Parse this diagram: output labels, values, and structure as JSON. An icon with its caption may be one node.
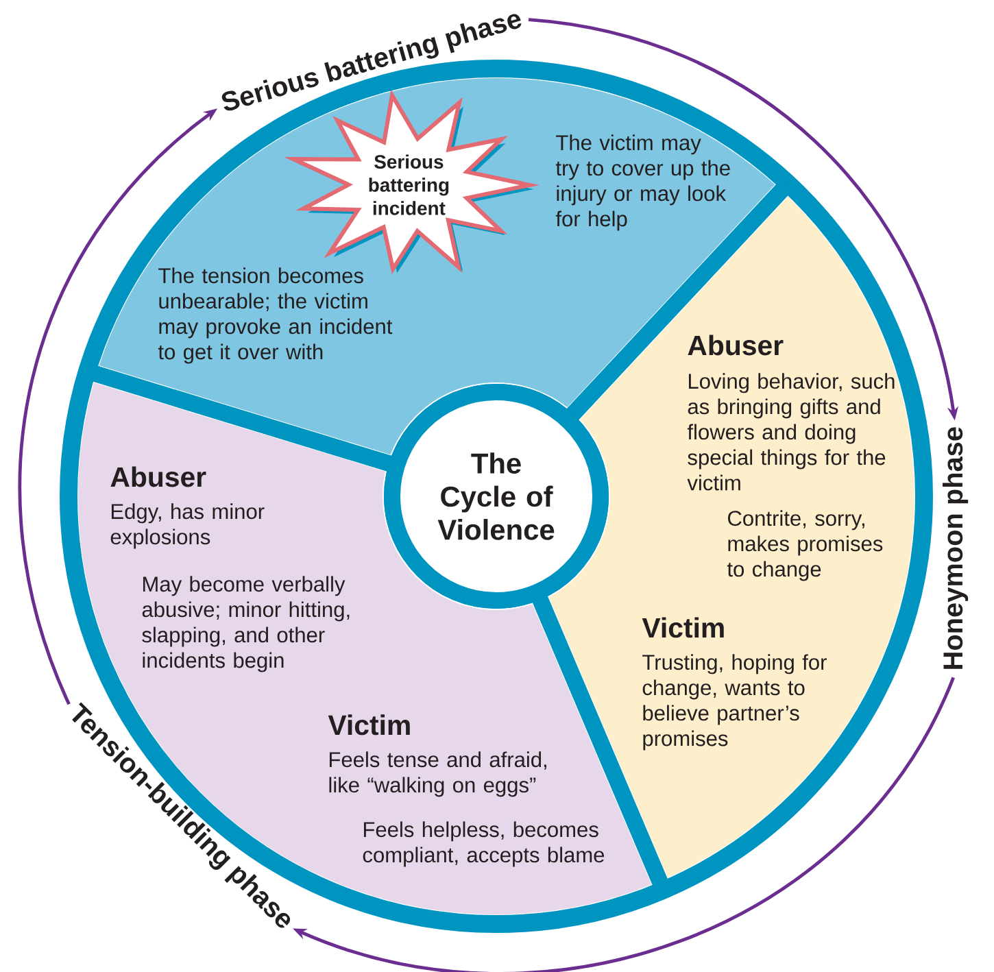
{
  "diagram": {
    "nodes": [
      {
        "text": [
          "The tension becomes unbearable; the victim may provoke an incident to get it over with",
          "The victim may try to cover up the injury or may look for help"
        ]
      },
      {
        "text": [
          "Serious battering incident"
        ],
        "in": 0
      },
      {
        "text": [
          "Abuser",
          "Loving behavior, such as bringing gifts and flowers and doing special things for the victim",
          "Contrite, sorry, makes promises to change",
          "Victim",
          "Trusting, hoping for change, wants to believe partner’s promises"
        ]
      },
      {
        "text": [
          "Abuser",
          "Edgy, has minor explosions",
          "May become verbally abusive; minor hitting, slapping, and other incidents begin",
          "Victim",
          "Feels tense and afraid, like “walking on eggs”",
          "Feels helpless, becomes compliant, accepts blame"
        ]
      },
      {
        "text": [
          "The Cycle of Violence"
        ]
      },
      {
        "text": [
          "Serious battering phase"
        ]
      },
      {
        "text": [
          "Honeymoon phase"
        ]
      },
      {
        "text": [
          "Tension-building phase"
        ]
      }
    ],
    "edges": [
      {
        "from": 5,
        "to": 6,
        "arrow": "to"
      },
      {
        "from": 6,
        "to": 7,
        "arrow": "to"
      },
      {
        "from": 7,
        "to": 5,
        "arrow": "to"
      }
    ]
  }
}
